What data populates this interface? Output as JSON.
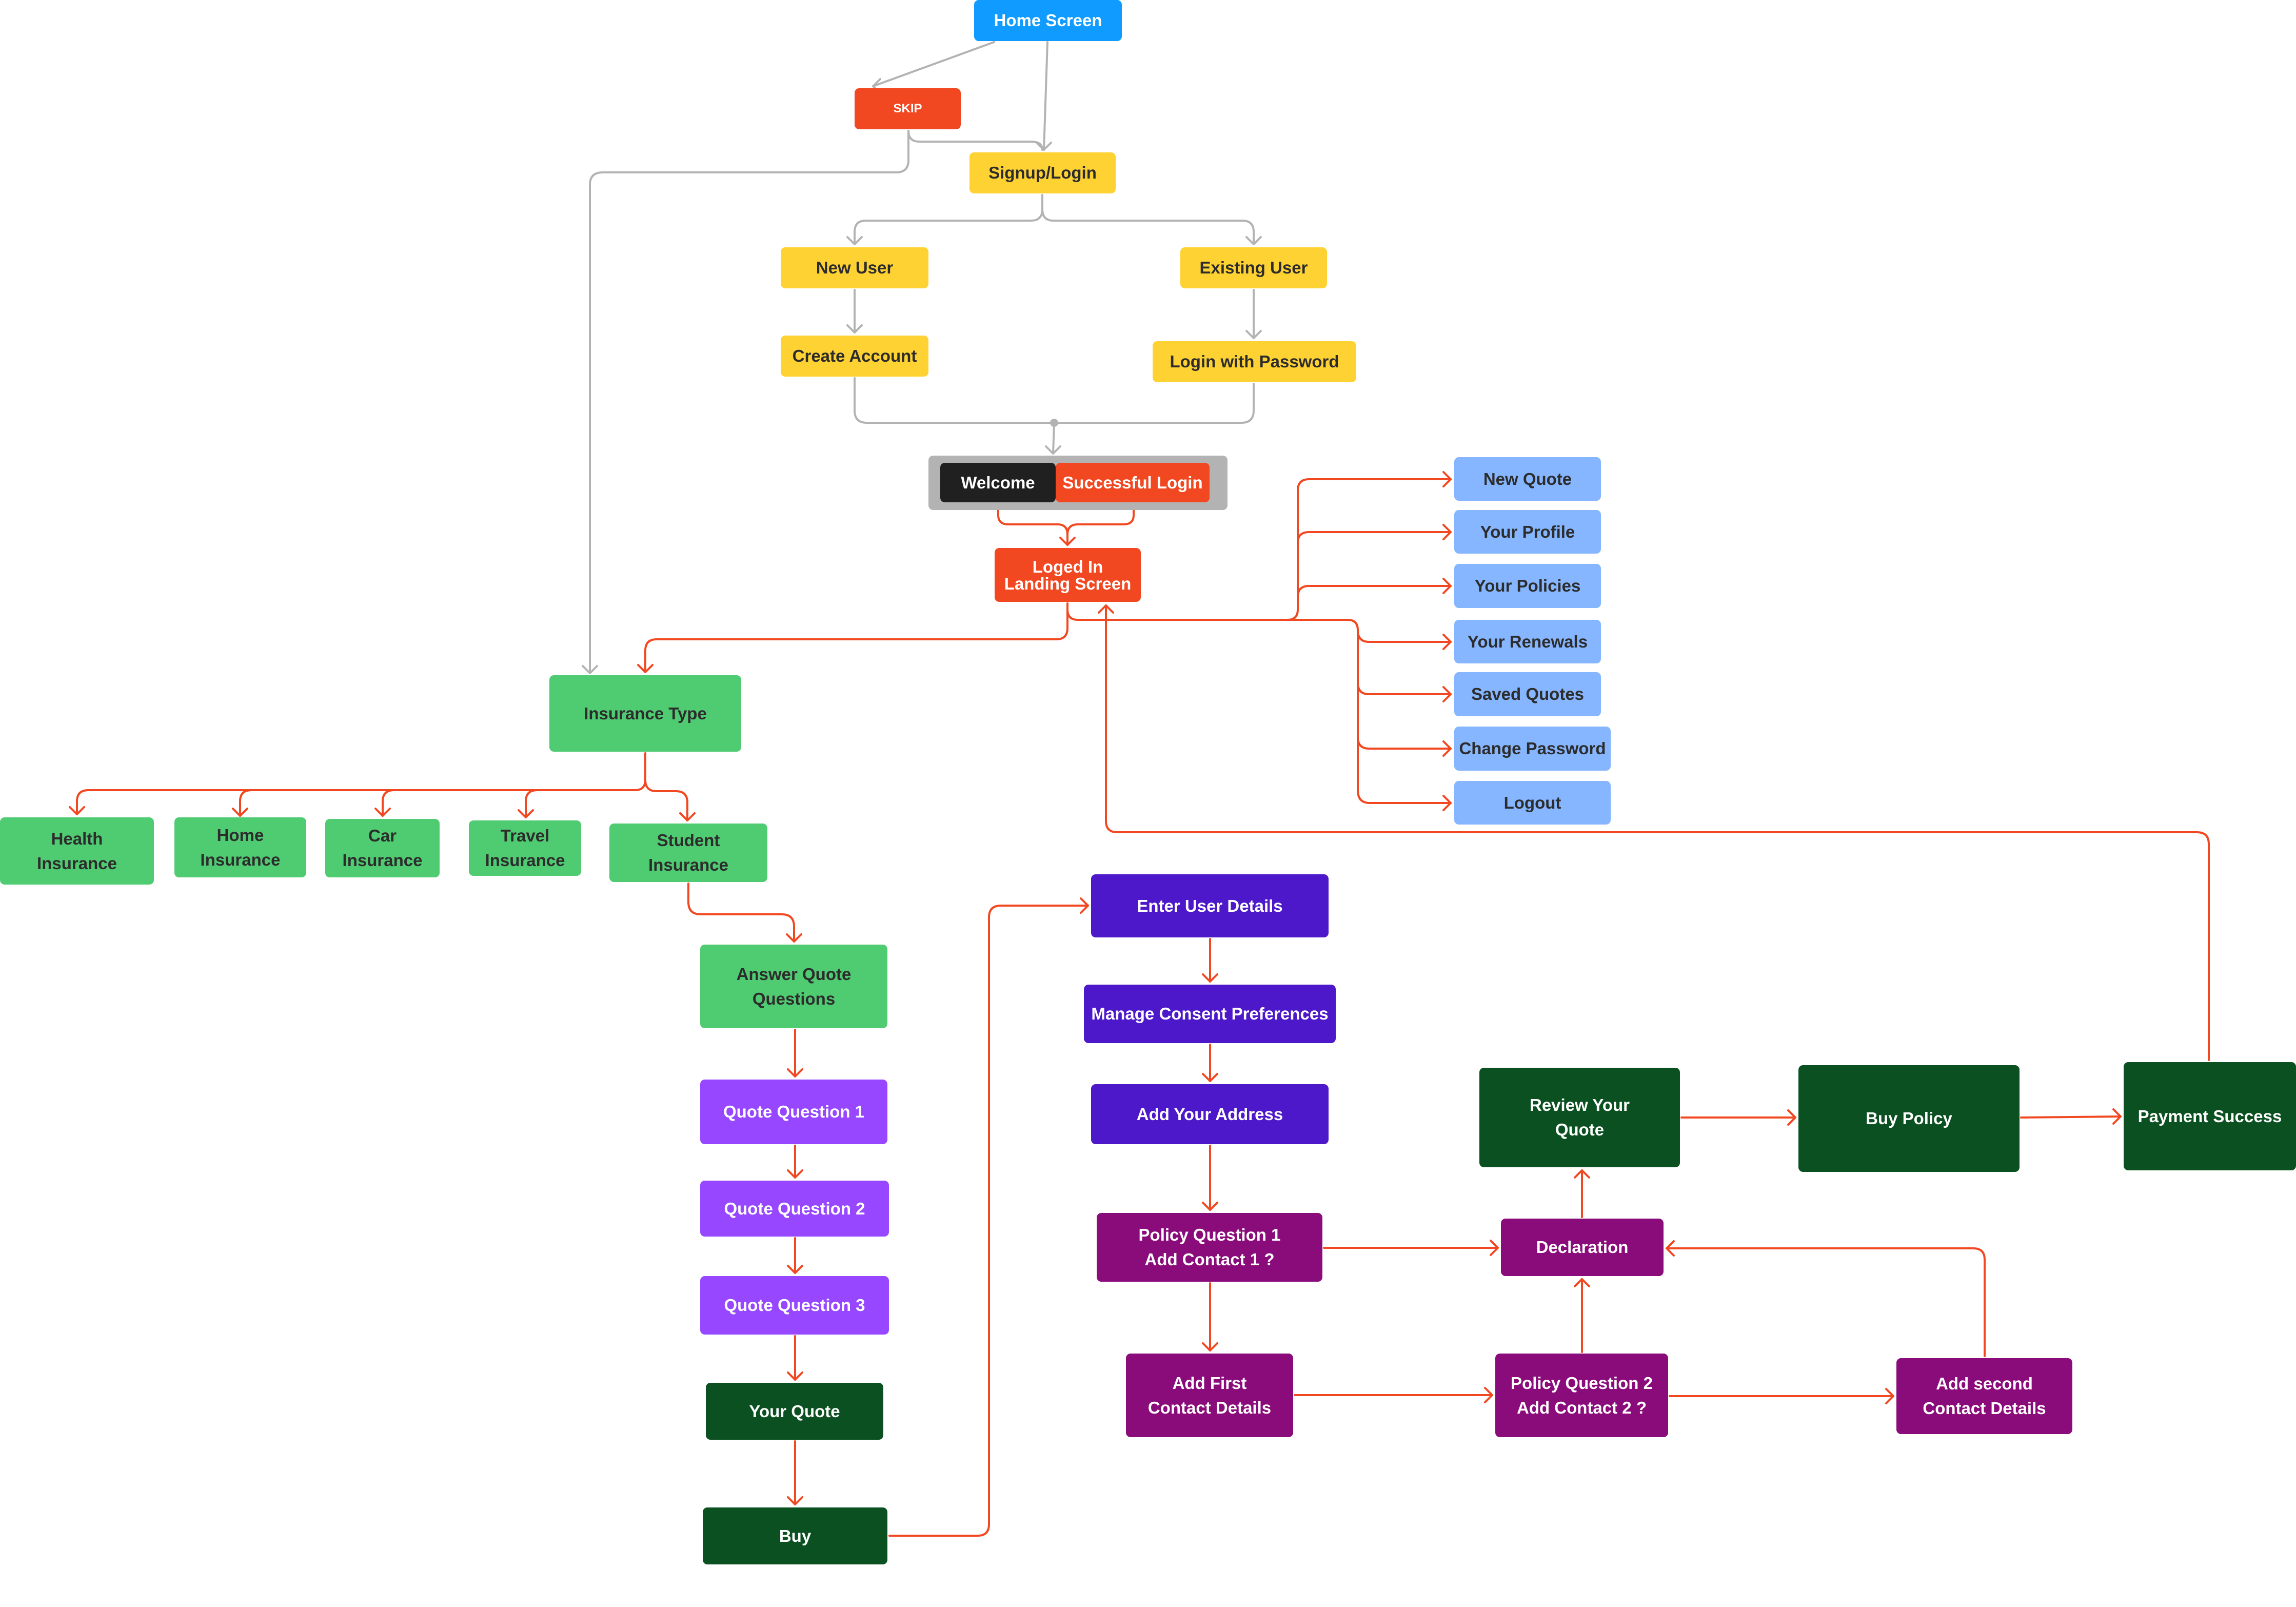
{
  "diagram": {
    "title": "Insurance App User Flow",
    "colors": {
      "home_blue": "#0F9BFF",
      "alert_red": "#F24822",
      "auth_yellow": "#FFD233",
      "insurance_green": "#4FCB71",
      "menu_blue": "#85B6FF",
      "question_purple": "#9747FF",
      "details_indigo": "#4D17CA",
      "policy_magenta": "#8A0B7A",
      "checkout_dark_green": "#0B5020",
      "welcome_black": "#202020",
      "group_gray": "#B3B3B3",
      "connector_gray": "#B3B3B3",
      "connector_red": "#F24822"
    },
    "nodes": {
      "home_screen": "Home Screen",
      "skip": "SKIP",
      "signup_login": "Signup/Login",
      "new_user": "New User",
      "existing_user": "Existing User",
      "create_account": "Create Account",
      "login_with_password": "Login with Password",
      "welcome": "Welcome",
      "successful_login": "Successful Login",
      "landing_screen": "Loged In\nLanding Screen",
      "new_quote": "New Quote",
      "your_profile": "Your Profile",
      "your_policies": "Your Policies",
      "your_renewals": "Your Renewals",
      "saved_quotes": "Saved Quotes",
      "change_password": "Change Password",
      "logout": "Logout",
      "insurance_type": "Insurance Type",
      "health_insurance": "Health\nInsurance",
      "home_insurance": "Home\nInsurance",
      "car_insurance": "Car\nInsurance",
      "travel_insurance": "Travel\nInsurance",
      "student_insurance": "Student\nInsurance",
      "answer_quote_questions": "Answer Quote\nQuestions",
      "quote_question_1": "Quote Question 1",
      "quote_question_2": "Quote Question 2",
      "quote_question_3": "Quote Question 3",
      "your_quote": "Your Quote",
      "buy": "Buy",
      "enter_user_details": "Enter User Details",
      "manage_consent_preferences": "Manage Consent Preferences",
      "add_your_address": "Add Your Address",
      "policy_question_1": "Policy Question 1\nAdd Contact 1 ?",
      "declaration": "Declaration",
      "add_first_contact_details": "Add First\nContact  Details",
      "policy_question_2": "Policy Question 2\nAdd Contact 2 ?",
      "add_second_contact_details": "Add second\nContact Details",
      "review_your_quote": "Review Your\nQuote",
      "buy_policy": "Buy Policy",
      "payment_success": "Payment Success"
    }
  }
}
